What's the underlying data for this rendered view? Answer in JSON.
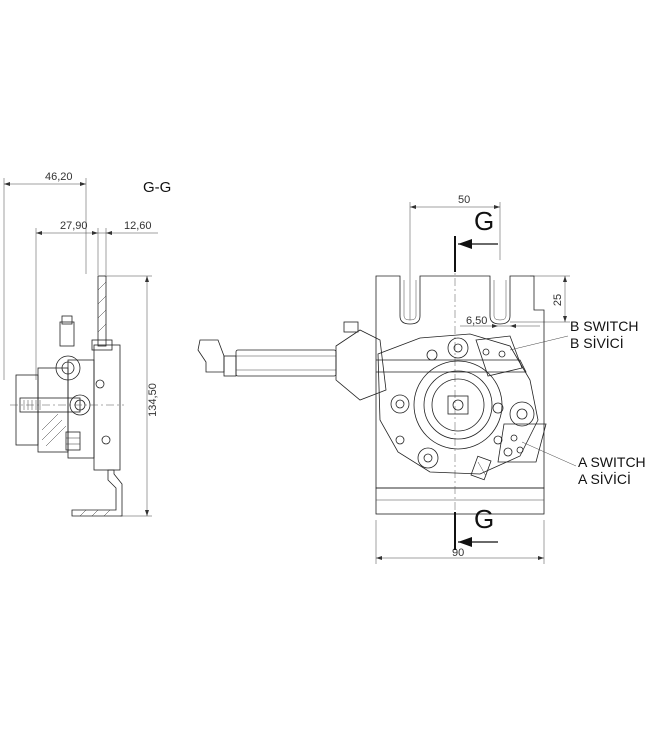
{
  "section_title": "G-G",
  "dimensions": {
    "left_width": "46,20",
    "left_a": "27,90",
    "left_b": "12,60",
    "left_height": "134,50",
    "top_span": "50",
    "slot_height": "25",
    "small_offset": "6,50",
    "bottom_width": "90"
  },
  "section_marks": {
    "top": "G",
    "bottom": "G"
  },
  "callouts": {
    "b_switch": "B SWITCH",
    "b_sivici": "B SİVİCİ",
    "a_switch": "A SWITCH",
    "a_sivici": "A SİVİCİ"
  }
}
